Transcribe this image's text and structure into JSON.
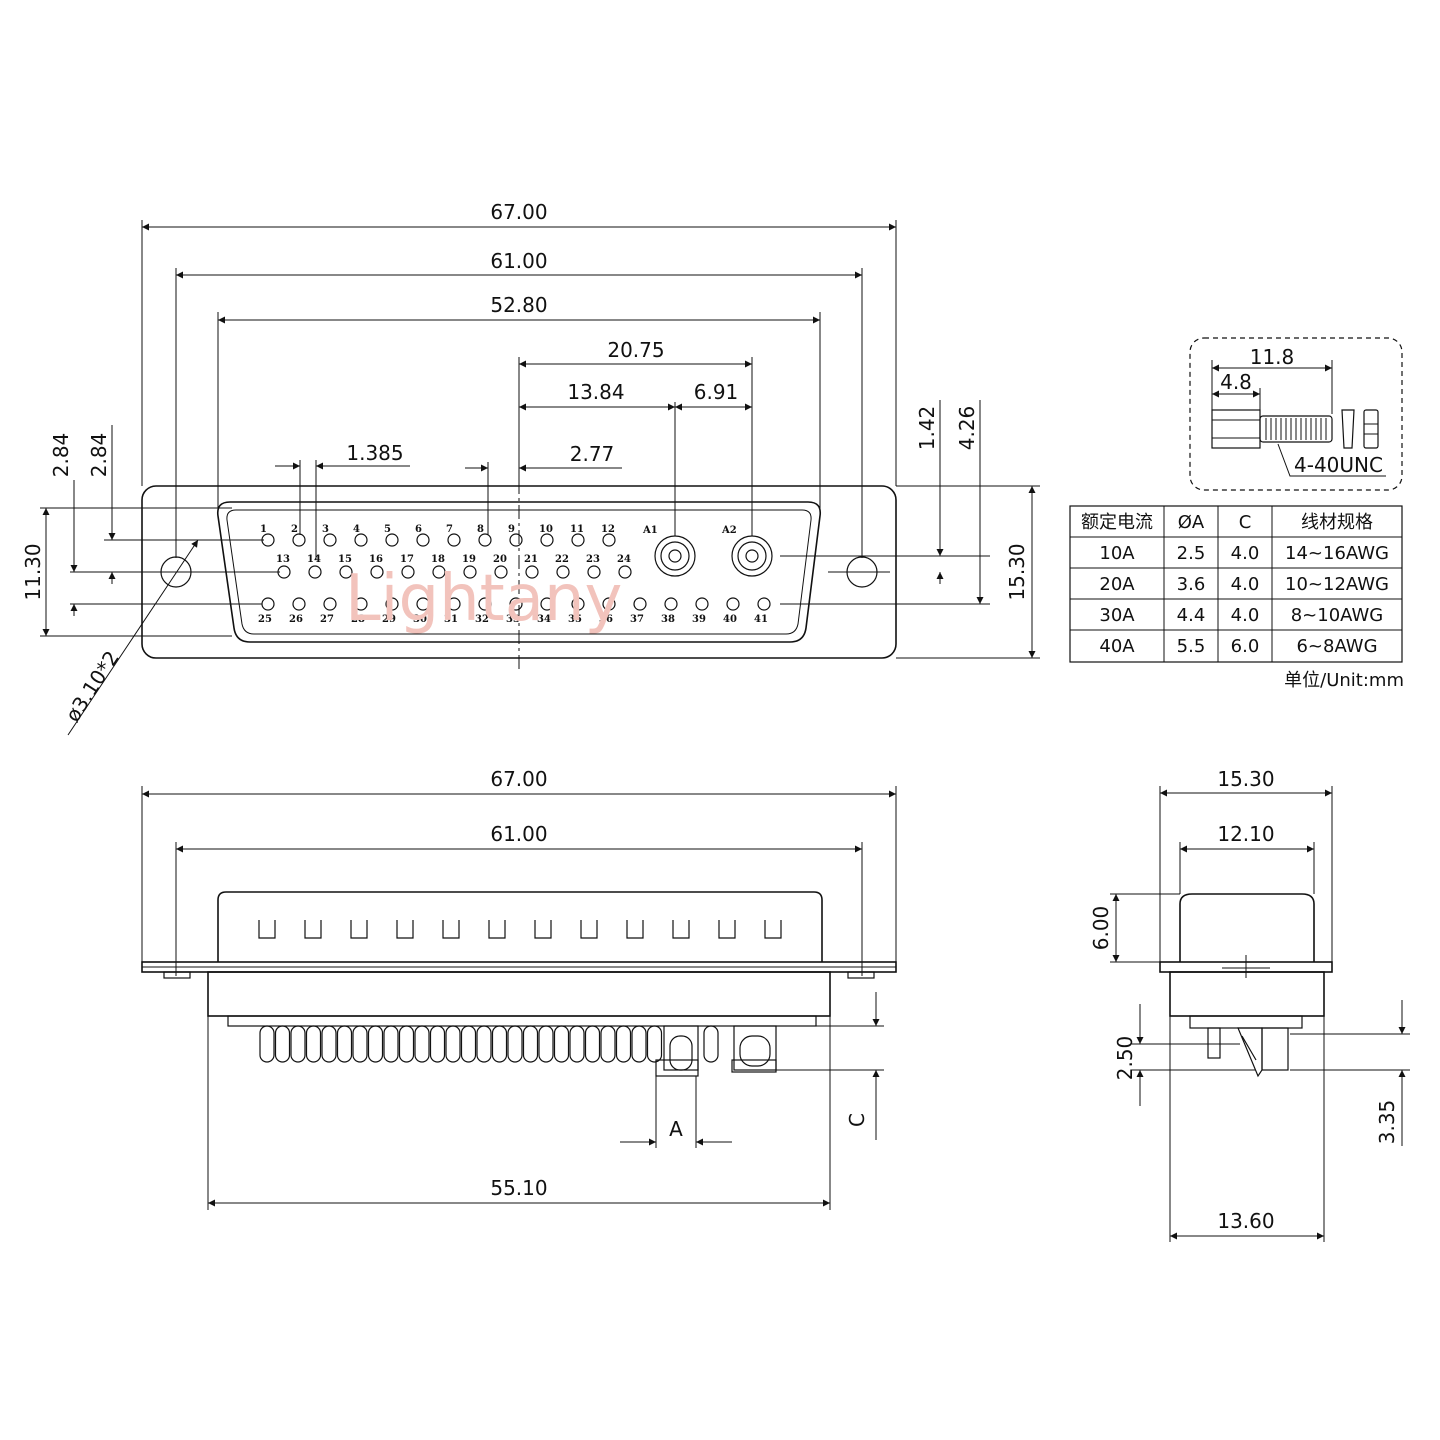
{
  "front_view": {
    "dims": {
      "overall_width": "67.00",
      "mount_hole_spacing": "61.00",
      "shell_width": "52.80",
      "offset_20_75": "20.75",
      "offset_13_84": "13.84",
      "offset_6_91": "6.91",
      "pitch_1_385": "1.385",
      "pitch_2_77": "2.77",
      "row_2_84_a": "2.84",
      "row_2_84_b": "2.84",
      "height_11_30": "11.30",
      "height_15_30": "15.30",
      "offset_1_42": "1.42",
      "offset_4_26": "4.26",
      "hole_dia": "ø3.10*2"
    },
    "pin_labels": [
      "1",
      "2",
      "3",
      "4",
      "5",
      "6",
      "7",
      "8",
      "9",
      "10",
      "11",
      "12",
      "13",
      "14",
      "15",
      "16",
      "17",
      "18",
      "19",
      "20",
      "21",
      "22",
      "23",
      "24",
      "25",
      "26",
      "27",
      "28",
      "29",
      "30",
      "31",
      "32",
      "33",
      "34",
      "35",
      "36",
      "37",
      "38",
      "39",
      "40",
      "41"
    ],
    "power_labels": [
      "A1",
      "A2"
    ]
  },
  "screw_detail": {
    "length": "11.8",
    "head": "4.8",
    "thread": "4-40UNC"
  },
  "spec_table": {
    "headers": [
      "额定电流",
      "ØA",
      "C",
      "线材规格"
    ],
    "rows": [
      [
        "10A",
        "2.5",
        "4.0",
        "14~16AWG"
      ],
      [
        "20A",
        "3.6",
        "4.0",
        "10~12AWG"
      ],
      [
        "30A",
        "4.4",
        "4.0",
        "8~10AWG"
      ],
      [
        "40A",
        "5.5",
        "6.0",
        "6~8AWG"
      ]
    ],
    "unit": "单位/Unit:mm"
  },
  "bottom_view": {
    "dims": {
      "overall_width": "67.00",
      "mount_hole_spacing": "61.00",
      "body_width": "55.10",
      "dia_label": "A",
      "depth_label": "C"
    }
  },
  "side_view": {
    "dims": {
      "flange_height": "15.30",
      "shell_height": "12.10",
      "shell_depth": "6.00",
      "body_depth": "13.60",
      "offset_2_50": "2.50",
      "offset_3_35": "3.35"
    }
  },
  "watermark": "Lightany"
}
